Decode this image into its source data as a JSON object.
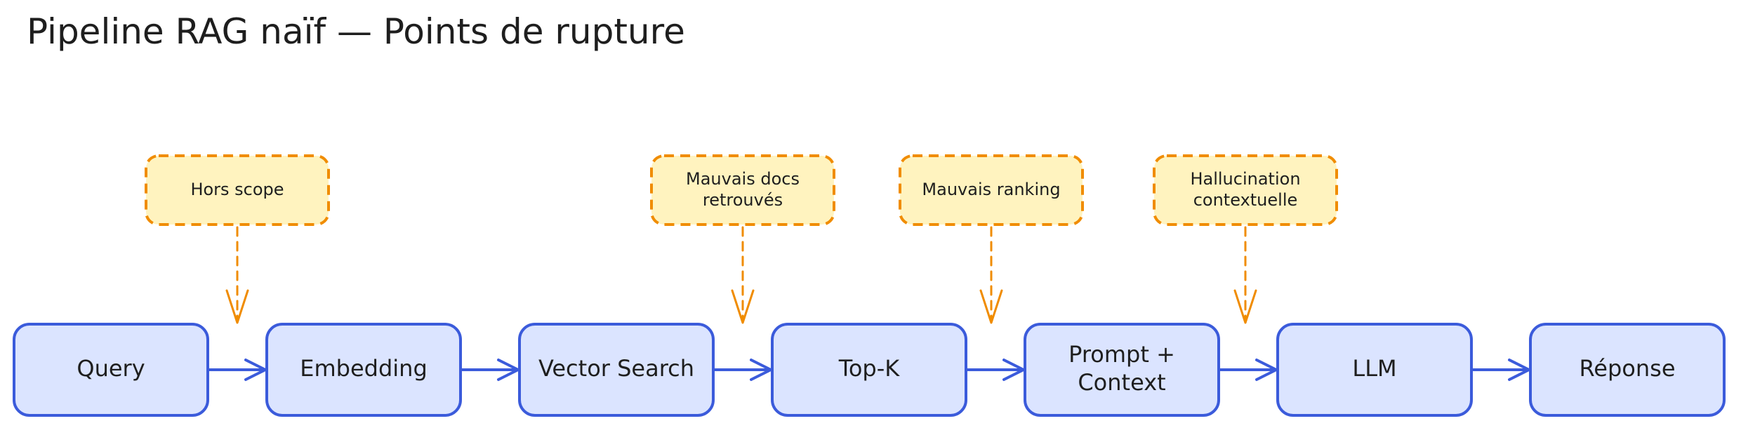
{
  "title": "Pipeline RAG naïf — Points de rupture",
  "colors": {
    "node_fill": "#dbe4ff",
    "node_stroke": "#3b5bdb",
    "issue_fill": "#fff3bf",
    "issue_stroke": "#f08c00"
  },
  "steps": [
    {
      "lines": [
        "Query"
      ]
    },
    {
      "lines": [
        "Embedding"
      ]
    },
    {
      "lines": [
        "Vector Search"
      ]
    },
    {
      "lines": [
        "Top-K"
      ]
    },
    {
      "lines": [
        "Prompt +",
        "Context"
      ]
    },
    {
      "lines": [
        "LLM"
      ]
    },
    {
      "lines": [
        "Réponse"
      ]
    }
  ],
  "failure_points": [
    {
      "lines": [
        "Hors scope"
      ],
      "target_step": 1
    },
    {
      "lines": [
        "Mauvais docs",
        "retrouvés"
      ],
      "target_step": 3
    },
    {
      "lines": [
        "Mauvais ranking"
      ],
      "target_step": 4
    },
    {
      "lines": [
        "Hallucination",
        "contextuelle"
      ],
      "target_step": 5
    }
  ]
}
